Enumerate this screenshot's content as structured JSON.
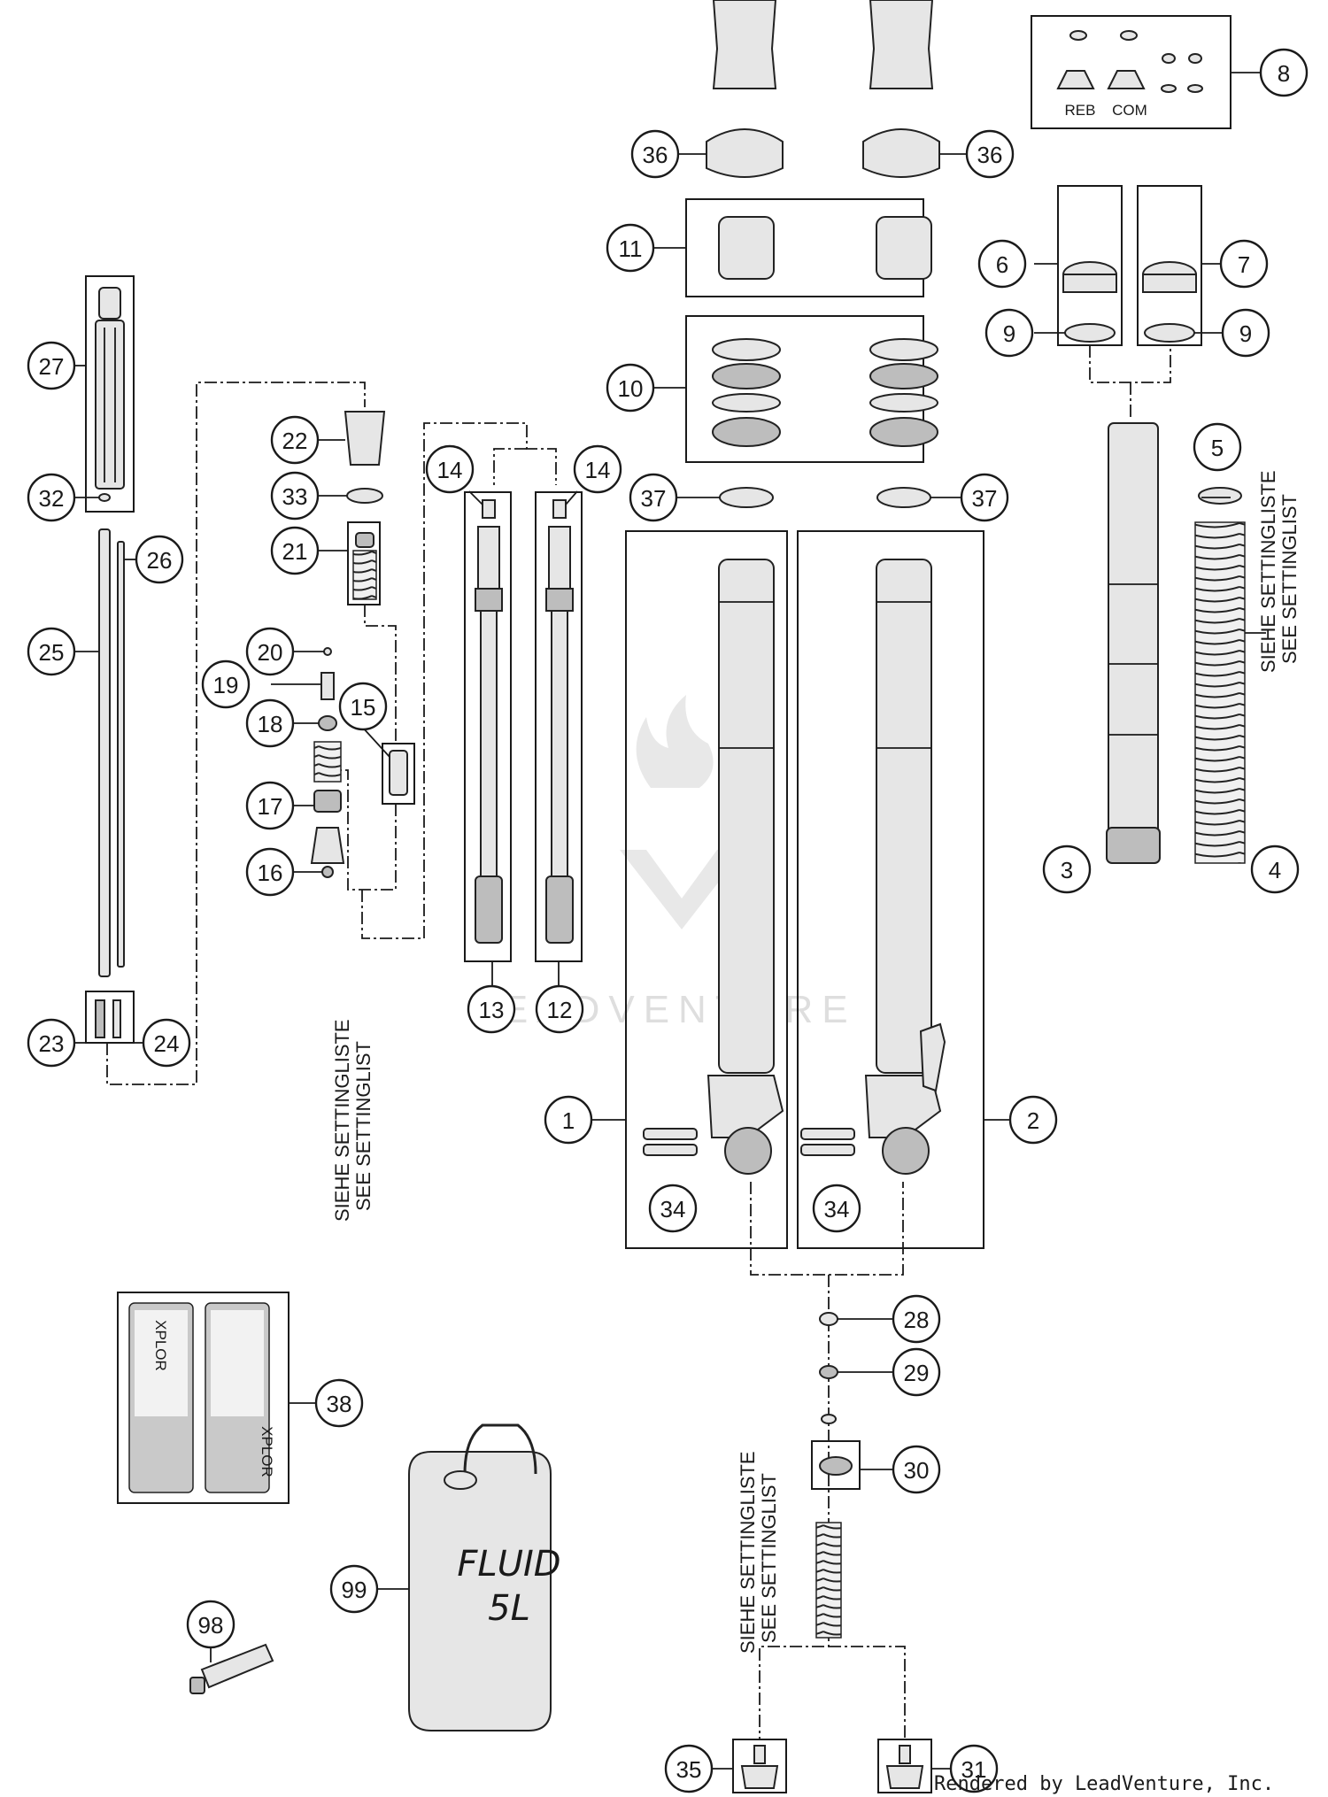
{
  "diagram": {
    "callouts": [
      "1",
      "2",
      "3",
      "4",
      "5",
      "6",
      "7",
      "8",
      "9",
      "9",
      "10",
      "11",
      "12",
      "13",
      "14",
      "14",
      "15",
      "16",
      "17",
      "18",
      "19",
      "20",
      "21",
      "22",
      "23",
      "24",
      "25",
      "26",
      "27",
      "28",
      "29",
      "30",
      "31",
      "32",
      "33",
      "34",
      "34",
      "35",
      "36",
      "36",
      "37",
      "37",
      "38",
      "98",
      "99"
    ],
    "labels": {
      "reb": "REB",
      "com": "COM",
      "fluid_line1": "FLUID",
      "fluid_line2": "5L",
      "decal_text": "XPLOR"
    },
    "notes": {
      "siehe": "SIEHE SETTINGLISTE",
      "see": "SEE SETTINGLIST"
    },
    "watermark": "LEADVENTURE",
    "credit": "Rendered by LeadVenture, Inc."
  }
}
